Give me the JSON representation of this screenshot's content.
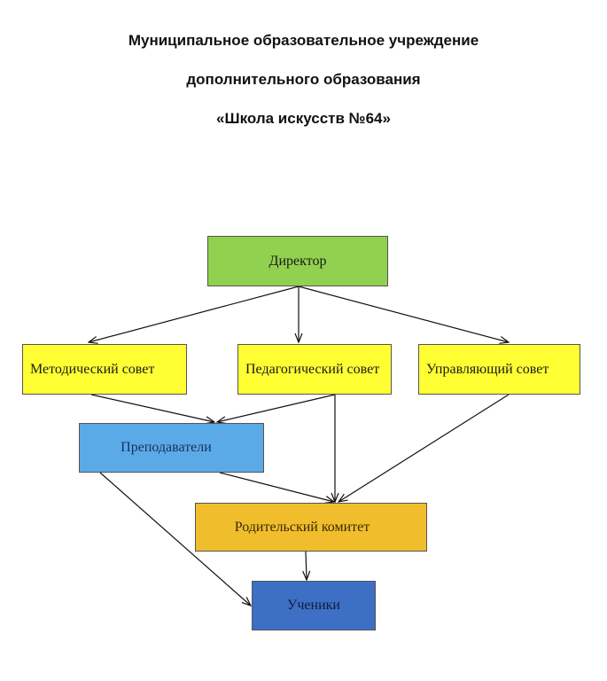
{
  "header": {
    "line1": "Муниципальное образовательное учреждение",
    "line2": "дополнительного образования",
    "line3": "«Школа искусств №64»"
  },
  "nodes": {
    "director": {
      "label": "Директор",
      "color": "#92d050"
    },
    "method_council": {
      "label": "Методический совет",
      "color": "#ffff33"
    },
    "ped_council": {
      "label": "Педагогический совет",
      "color": "#ffff33"
    },
    "gov_council": {
      "label": "Управляющий совет",
      "color": "#ffff33"
    },
    "teachers": {
      "label": "Преподаватели",
      "color": "#5baae8"
    },
    "parent_committee": {
      "label": "Родительский комитет",
      "color": "#f0be2c"
    },
    "students": {
      "label": "Ученики",
      "color": "#3d6fc4"
    }
  },
  "edges": [
    {
      "from": "director",
      "to": "method_council"
    },
    {
      "from": "director",
      "to": "ped_council"
    },
    {
      "from": "director",
      "to": "gov_council"
    },
    {
      "from": "method_council",
      "to": "teachers"
    },
    {
      "from": "ped_council",
      "to": "teachers"
    },
    {
      "from": "ped_council",
      "to": "parent_committee"
    },
    {
      "from": "gov_council",
      "to": "parent_committee"
    },
    {
      "from": "teachers",
      "to": "parent_committee"
    },
    {
      "from": "teachers",
      "to": "students"
    },
    {
      "from": "parent_committee",
      "to": "students"
    }
  ]
}
